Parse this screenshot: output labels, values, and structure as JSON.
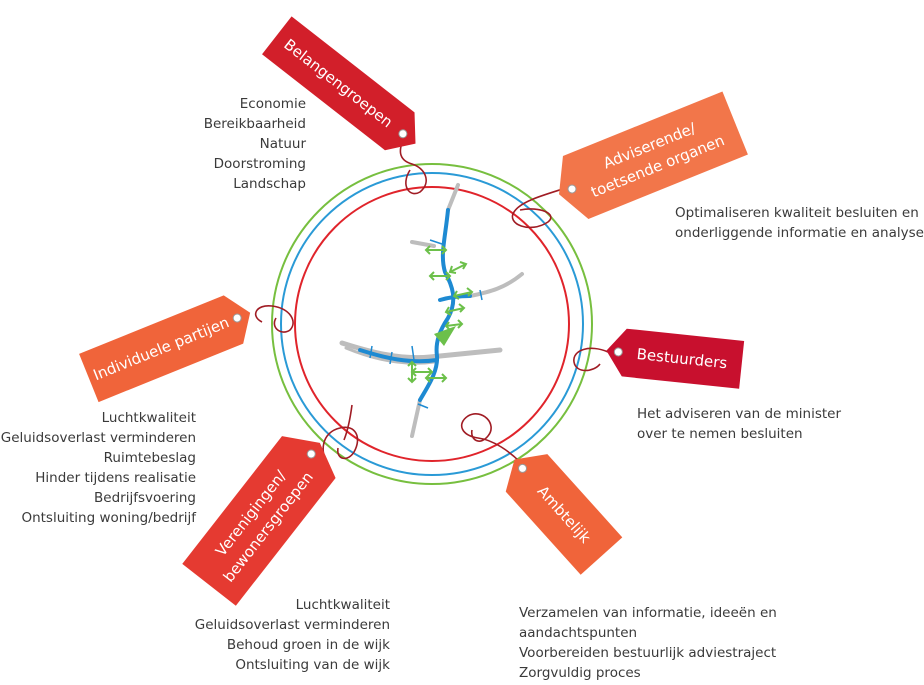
{
  "colors": {
    "red_dark": "#d21f2a",
    "red": "#e53a31",
    "orange": "#f0643a",
    "orange_light": "#f2764a",
    "crimson": "#c8102e",
    "ring_green": "#77bf3f",
    "ring_blue": "#2a9ad6",
    "ring_red": "#e0242b",
    "road_blue": "#1e8ad2",
    "road_gray": "#bdbdbd",
    "arrow_green": "#6cc04a"
  },
  "tags": [
    {
      "id": "belangengroepen",
      "lines": [
        "Belangengroepen"
      ]
    },
    {
      "id": "adviserende",
      "lines": [
        "Adviserende/",
        "toetsende organen"
      ]
    },
    {
      "id": "individuele",
      "lines": [
        "Individuele partijen"
      ]
    },
    {
      "id": "bestuurders",
      "lines": [
        "Bestuurders"
      ]
    },
    {
      "id": "verenigingen",
      "lines": [
        "Verenigingen/",
        "bewonersgroepen"
      ]
    },
    {
      "id": "ambtelijk",
      "lines": [
        "Ambtelijk"
      ]
    }
  ],
  "notes": {
    "belangengroepen": [
      "Economie",
      "Bereikbaarheid",
      "Natuur",
      "Doorstroming",
      "Landschap"
    ],
    "adviserende": [
      "Optimaliseren kwaliteit besluiten en",
      "onderliggende informatie en analyses"
    ],
    "individuele": [
      "Luchtkwaliteit",
      "Geluidsoverlast verminderen",
      "Ruimtebeslag",
      "Hinder tijdens realisatie",
      "Bedrijfsvoering",
      "Ontsluiting woning/bedrijf"
    ],
    "bestuurders": [
      "Het adviseren van de minister",
      "over te nemen besluiten"
    ],
    "verenigingen": [
      "Luchtkwaliteit",
      "Geluidsoverlast verminderen",
      "Behoud groen in de wijk",
      "Ontsluiting van de wijk"
    ],
    "ambtelijk": [
      "Verzamelen van informatie, ideeën en",
      "aandachtspunten",
      "Voorbereiden bestuurlijk adviestraject",
      "Zorgvuldig proces"
    ]
  }
}
